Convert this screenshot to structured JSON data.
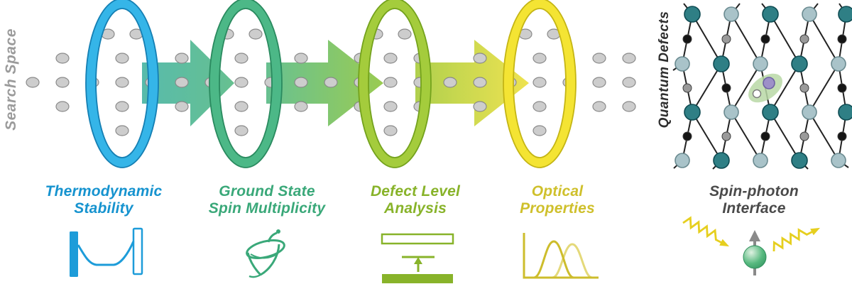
{
  "side_labels": {
    "search_space": "Search Space",
    "quantum_defects": "Quantum Defects"
  },
  "stages": [
    {
      "label_line1": "Thermodynamic",
      "label_line2": "Stability",
      "color": "#1693cf",
      "ring_color": "#35b5e8",
      "icon": "config-coordinate-diagram-icon"
    },
    {
      "label_line1": "Ground State",
      "label_line2": "Spin Multiplicity",
      "color": "#3aa879",
      "ring_color": "#4cb887",
      "icon": "spinning-top-icon"
    },
    {
      "label_line1": "Defect Level",
      "label_line2": "Analysis",
      "color": "#88b32a",
      "ring_color": "#a4cc3c",
      "icon": "defect-level-diagram-icon"
    },
    {
      "label_line1": "Optical",
      "label_line2": "Properties",
      "color": "#cfc02c",
      "ring_color": "#f4e433",
      "icon": "spectrum-peaks-icon"
    }
  ],
  "spin_photon": {
    "label_line1": "Spin-photon",
    "label_line2": "Interface",
    "color": "#4a4a4a",
    "icon": "spin-photon-icon"
  },
  "colors": {
    "search_space_text": "#9b9b9b",
    "quantum_defects_text": "#2e2e2e",
    "dots_fill": "#cdcdcd",
    "dots_stroke": "#8a8a8a",
    "arrow_teal": "#45b3a2",
    "arrow_green": "#57ba85",
    "arrow_lime": "#8fc63f",
    "arrow_yellow": "#ecdf3d",
    "lattice_teal": "#2f7f85",
    "lattice_slate": "#a9c3c9",
    "lattice_black": "#151515",
    "lattice_gray": "#9a9a9a",
    "defect_purple": "#9d90c8",
    "defect_highlight": "#b9d8a6",
    "photon_yellow": "#e6cf1f",
    "spin_sphere_green": "#3aa76d",
    "spin_arrow_gray": "#8a8a8a"
  }
}
